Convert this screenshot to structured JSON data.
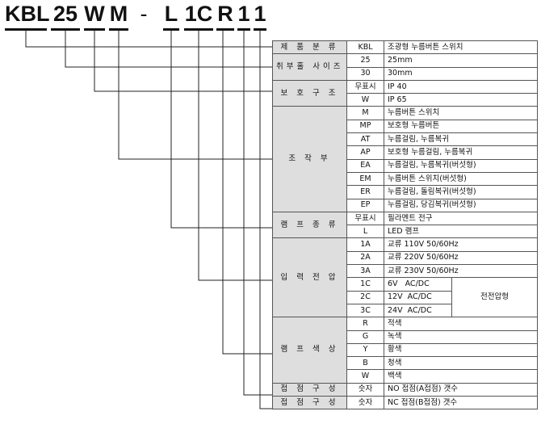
{
  "code_segments": [
    {
      "text": "KBL"
    },
    {
      "text": "25"
    },
    {
      "text": "W"
    },
    {
      "text": "M"
    },
    {
      "text": "-"
    },
    {
      "text": "L"
    },
    {
      "text": "1C"
    },
    {
      "text": "R"
    },
    {
      "text": "1"
    },
    {
      "text": "1"
    }
  ],
  "table": {
    "product": {
      "category": "제 품 분 류",
      "code": "KBL",
      "desc": "조광형 누름버튼 스위치"
    },
    "size": {
      "category": "취부홀 사이즈",
      "rows": [
        {
          "code": "25",
          "desc": "25mm"
        },
        {
          "code": "30",
          "desc": "30mm"
        }
      ]
    },
    "protection": {
      "category": "보 호 구 조",
      "rows": [
        {
          "code": "무표시",
          "desc": "IP 40"
        },
        {
          "code": "W",
          "desc": "IP 65"
        }
      ]
    },
    "operation": {
      "category": "조 작 부",
      "rows": [
        {
          "code": "M",
          "desc": "누름버튼 스위치"
        },
        {
          "code": "MP",
          "desc": "보호형 누름버튼"
        },
        {
          "code": "AT",
          "desc": "누름걸림, 누름복귀"
        },
        {
          "code": "AP",
          "desc": "보호형 누름걸림, 누름복귀"
        },
        {
          "code": "EA",
          "desc": "누름걸림, 누름복귀(버섯형)"
        },
        {
          "code": "EM",
          "desc": "누름버튼 스위치(버섯형)"
        },
        {
          "code": "ER",
          "desc": "누름걸림, 돌림복귀(버섯형)"
        },
        {
          "code": "EP",
          "desc": "누름걸림, 당김복귀(버섯형)"
        }
      ]
    },
    "lamp_type": {
      "category": "램 프 종 류",
      "rows": [
        {
          "code": "무표시",
          "desc": "필라멘트 전구"
        },
        {
          "code": "L",
          "desc": "LED 램프"
        }
      ]
    },
    "input_voltage": {
      "category": "입 력 전 압",
      "extra": "전전압형",
      "rows": [
        {
          "code": "1A",
          "desc": "교류 110V 50/60Hz"
        },
        {
          "code": "2A",
          "desc": "교류 220V 50/60Hz"
        },
        {
          "code": "3A",
          "desc": "교류 230V 50/60Hz"
        },
        {
          "code": "1C",
          "desc": "6V   AC/DC"
        },
        {
          "code": "2C",
          "desc": "12V  AC/DC"
        },
        {
          "code": "3C",
          "desc": "24V  AC/DC"
        }
      ]
    },
    "lamp_color": {
      "category": "램 프 색 상",
      "rows": [
        {
          "code": "R",
          "desc": "적색"
        },
        {
          "code": "G",
          "desc": "녹색"
        },
        {
          "code": "Y",
          "desc": "황색"
        },
        {
          "code": "B",
          "desc": "청색"
        },
        {
          "code": "W",
          "desc": "백색"
        }
      ]
    },
    "contact_a": {
      "category": "접 점 구 성",
      "code": "숫자",
      "desc": "NO 접점(A접점) 갯수"
    },
    "contact_b": {
      "category": "접 점 구 성",
      "code": "숫자",
      "desc": "NC 접점(B접점) 갯수"
    }
  }
}
